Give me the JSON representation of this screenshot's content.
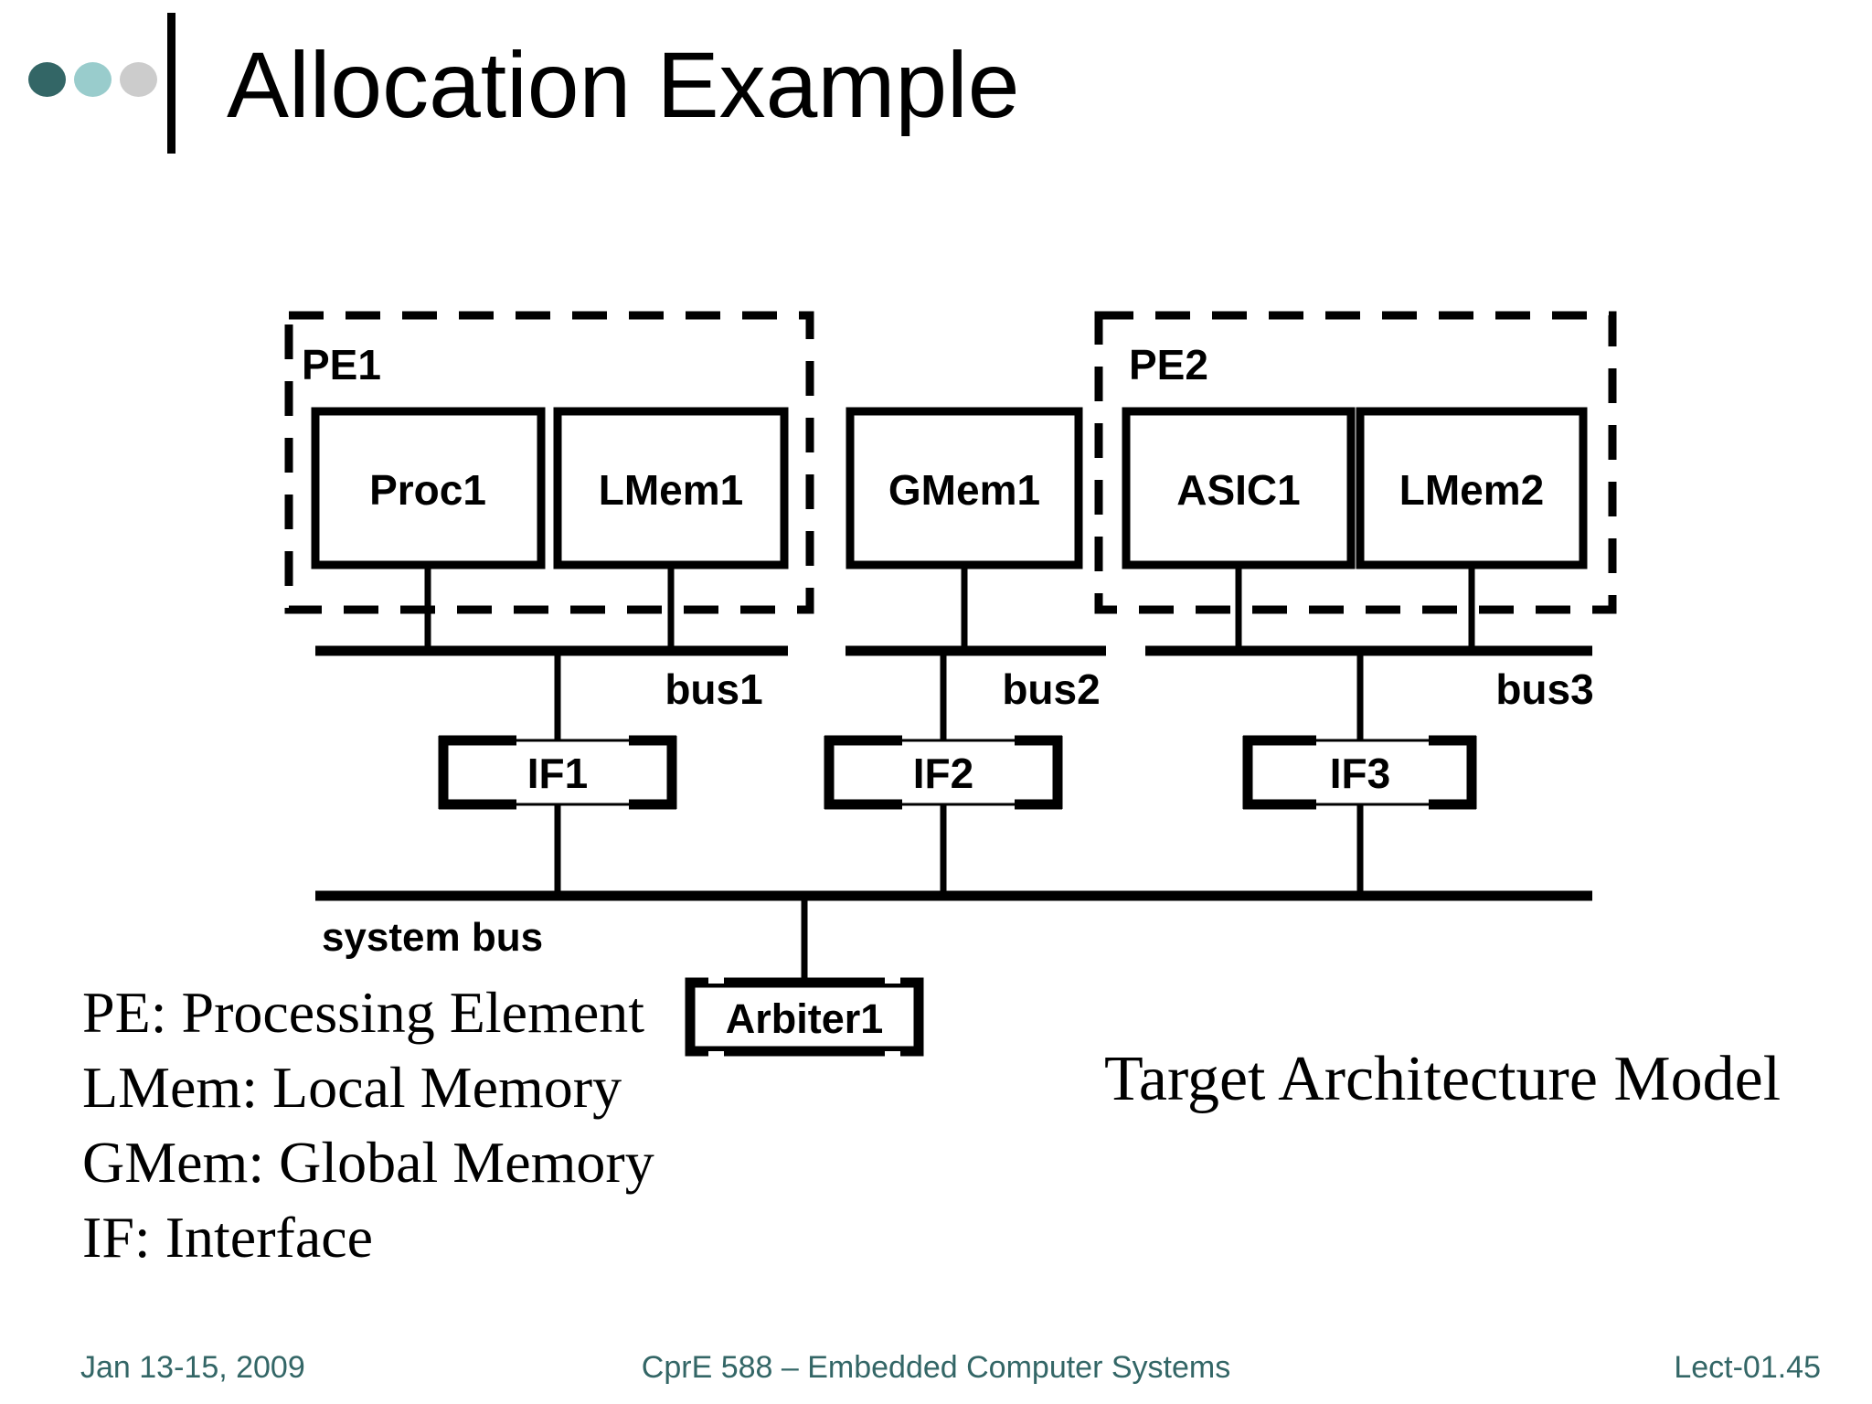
{
  "title": "Allocation Example",
  "colors": {
    "bullet_dark_teal": "#336666",
    "bullet_light_teal": "#99CCCC",
    "bullet_gray": "#CCCCCC",
    "footer_text": "#336666",
    "diagram_ink": "#000000",
    "background": "#ffffff"
  },
  "diagram": {
    "pe_groups": [
      "PE1",
      "PE2"
    ],
    "components": [
      "Proc1",
      "LMem1",
      "GMem1",
      "ASIC1",
      "LMem2"
    ],
    "interfaces": [
      "IF1",
      "IF2",
      "IF3"
    ],
    "buses": [
      "bus1",
      "bus2",
      "bus3"
    ],
    "system_bus": "system bus",
    "arbiter": "Arbiter1",
    "caption": "Target Architecture Model"
  },
  "legend": {
    "lines": [
      "PE: Processing Element",
      "LMem: Local Memory",
      "GMem: Global Memory",
      "IF: Interface"
    ]
  },
  "footer": {
    "date": "Jan 13-15, 2009",
    "course": "CprE 588 – Embedded Computer Systems",
    "lecture": "Lect-01.45"
  }
}
